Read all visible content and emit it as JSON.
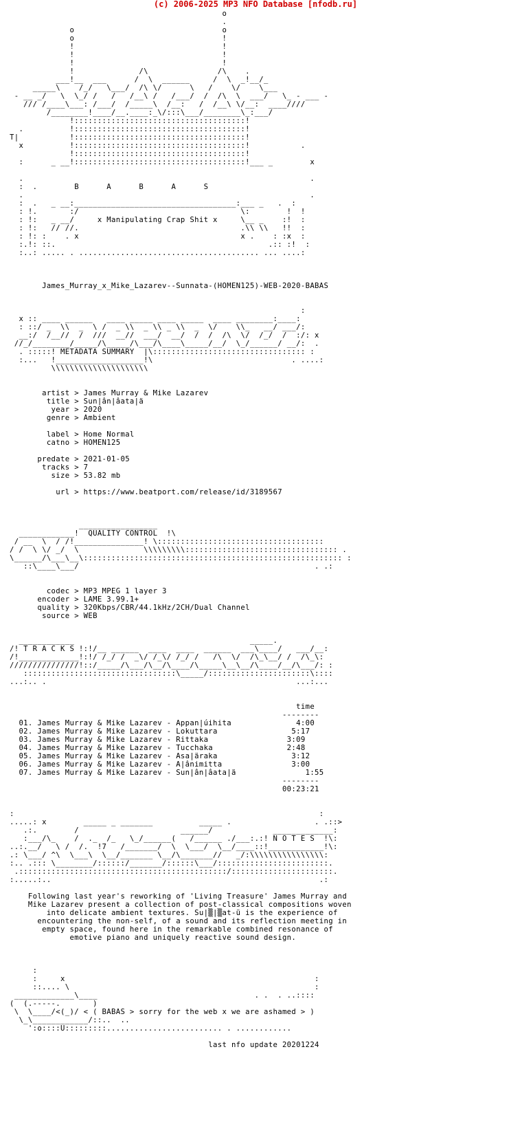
{
  "header": {
    "copyright": "(c) 2006-2025 MP3 NFO Database [nfodb.ru]"
  },
  "nfo": {
    "lines": [
      "                                              o",
      "                                              .",
      "             o                                o",
      "             o                                !",
      "             !                                !",
      "             !                                !",
      "             !                                !",
      "             !              /\\               /\\    .",
      "          ___!__  ___      /  \\  ______     /  \\  _!__/_",
      "     _____\\    /_/   \\___/  /\\ \\/      \\   /    \\/    \\___",
      " - __ _/   \\  \\_/ /   /   /__\\ /   /___/  /  /\\  \\  ___/   \\_ - ___ -",
      "   /// /____\\___: /___/  /_____\\  /__:   /  /__\\ \\/__:  ____////",
      "        /________!____/__.____:_\\/:::\\___/________\\_:___/",
      "             !:::::::::::::::::::::::::::::::::::::!",
      "  .          !:::::::::::::::::::::::::::::::::::::!",
      "T|           !:::::::::::::::::::::::::::::::::::::!",
      "  x          !:::::::::::::::::::::::::::::::::::::!           .",
      "             !:::::::::::::::::::::::::::::::::::::!",
      "  :      _ __!:::::::::::::::::::::::::::::::::::::!___ _        x",
      "",
      "  .                                                              .",
      "  :  .        B      A      B      A      S",
      "  .                                                              .",
      "  :  .   _ __:___________________________________:___ _   .  :",
      "  : !.       :/                                   \\:        !  !",
      "  : !:   _ __/     x Manipulating Crap Shit x     \\__ _    :!  :",
      "  : !:   // //.                                   .\\\\ \\\\   !!  :",
      "  : !: :    . x                                   x .    : :x  :",
      "  :.!: ::.                                              .:: :!  :",
      "  :..: ..... . ....................................... ... ....:",
      "",
      "",
      "",
      "       James_Murray_x_Mike_Lazarev--Sunnata-(HOMEN125)-WEB-2020-BABAS",
      "",
      "",
      "                                                               :",
      "  x :: ____ ______   ____ _____ ____ _____  ____ ________:____:",
      "  : ::/ _  \\\\  _  \\ /  _ \\\\  _ \\\\ _ \\\\  _  \\/    \\\\_   __/ ___/:",
      "  __:/  /__//  /  ///  __//  ___/  __/  /  /  /\\  \\/  /_/  /  :/: x",
      " //_/________/_____/\\_____/\\___/\\____\\_____/__/  \\_/______/ __/:  .",
      "  . :::::! METADATA SUMMARY  |\\::::::::::::::::::::::::::::::::: :",
      "  :...   !___________________!\\                              . ....:",
      "         \\\\\\\\\\\\\\\\\\\\\\\\\\\\\\\\\\\\\\\\\\",
      "",
      "",
      "       artist > James Murray & Mike Lazarev",
      "        title > Sun|ân|âata|ä",
      "         year > 2020",
      "        genre > Ambient",
      "",
      "        label > Home Normal",
      "        catno > HOMEN125",
      "",
      "      predate > 2021-01-05",
      "       tracks > 7",
      "         size > 53.82 mb",
      "",
      "          url > https://www.beatport.com/release/id/3189567",
      "",
      "",
      "",
      "               _________________",
      "  ____________!  QUALITY CONTROL  !\\",
      " / __  \\  / /!_______________! \\::::::::::::::::::::::::::::::::::::",
      "/ /  \\ \\/ _/  \\              \\\\\\\\\\\\\\\\\\::::::::::::::::::::::::::::::::: .",
      "\\______/\\___\\__\\:::::::::::::::::::::::::::::::::::::::::::::::::::::::: :",
      "   ::\\____\\___/                                                   . .:",
      "",
      "",
      "        codec > MP3 MPEG 1 layer 3",
      "      encoder > LAME 3.99.1+",
      "      quality > 320Kbps/CBR/44.1kHz/2CH/Dual Channel",
      "       source > WEB",
      "",
      "",
      "  ____________                                      _____.",
      "/! T R A C K S !:!/__ ______  ____  ____  ______  ___\\____/   ___/__:",
      "/!_____________!:!/ /_/ /  _\\/ /_\\/ /_/ /   /\\  \\/  /\\_\\__/ /  /\\_\\:",
      "///////////////!::/_____/\\___/\\__/\\____/\\_____\\__\\__/\\____/__/\\___/: :",
      "   :::::::::::::::::::::::::::::::::\\_____/::::::::::::::::::::::\\::::",
      "...:.. .                                                      ...:...",
      "",
      "",
      "                                                              time",
      "                                                           --------",
      "  01. James Murray & Mike Lazarev - Appan|úihita              4:00",
      "  02. James Murray & Mike Lazarev - Lokuttara                5:17",
      "  03. James Murray & Mike Lazarev - Rittaka                 3:09",
      "  04. James Murray & Mike Lazarev - Tucchaka                2:48",
      "  05. James Murray & Mike Lazarev - Asa|äraka                3:12",
      "  06. James Murray & Mike Lazarev - A|ânimitta               3:00",
      "  07. James Murray & Mike Lazarev - Sun|ân|âata|ä               1:55",
      "                                                           --------",
      "                                                           00:23:21",
      "",
      "",
      ":                                                                  :",
      ".....: x        _____ _ _______          _____ .                  . .::>",
      "   .:.        /                      ______/             _____________:",
      "   :___/\\_    /  ._  /_   \\_/______(   /______ ./___:.:! N O T E S  !\\:",
      "..:.__/   \\ /  /.  !7   /_______/  \\  \\___/  \\__/____::!____________!\\:",
      ".: \\___/ ^\\  \\___\\  \\__/_______ \\__/\\_______//   _/:\\\\\\\\\\\\\\\\\\\\\\\\\\\\\\\\:",
      ":.. .::: \\________/::::::/_______/::::::\\___/::::::::::::::::::::::::.",
      " .:::::::::::::::::::::::::::::::::::::::::::::/::::::::::::::::::::::.",
      ":.....:..                                                          .:",
      "",
      "    Following last year's reworking of 'Living Treasure' James Murray and",
      "    Mike Lazarev present a collection of post-classical compositions woven",
      "        into delicate ambient textures. Su|▒|▒at-ü is the experience of",
      "      encountering the non-self, of a sound and its reflection meeting in",
      "       empty space, found here in the remarkable combined resonance of",
      "             emotive piano and uniquely reactive sound design.",
      "",
      "",
      "",
      "     :",
      "     :     x                                                      :",
      "     ::.... \\                                                     :",
      " _____________\\____                                  . .  . ..::::",
      "(  (.-----.       )",
      " \\  \\____/<(_)/ < ( BABAS > sorry for the web x we are ashamed > )",
      "  \\_\\____________/::..  ..",
      "    ':o::::U:::::::::......................... . ............",
      "",
      "                                           last nfo update 20201224"
    ]
  }
}
